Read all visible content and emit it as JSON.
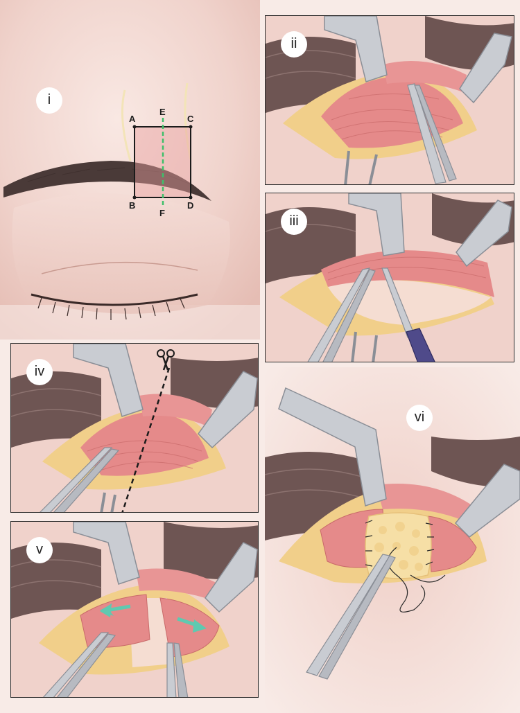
{
  "panels": {
    "i": {
      "label": "i"
    },
    "ii": {
      "label": "ii"
    },
    "iii": {
      "label": "iii"
    },
    "iv": {
      "label": "iv"
    },
    "v": {
      "label": "v"
    },
    "vi": {
      "label": "vi"
    }
  },
  "points": {
    "A": "A",
    "B": "B",
    "C": "C",
    "D": "D",
    "E": "E",
    "F": "F"
  },
  "icons": {
    "scissors": "scissors-icon",
    "arrow": "arrow-icon"
  },
  "colors": {
    "skin": "#f2d6cf",
    "muscle": "#e58a8a",
    "fat": "#f1cf8a",
    "instrument": "#c9ccd2",
    "dashed_green": "#3fbf6a",
    "arrow_teal": "#5fc9b0"
  }
}
